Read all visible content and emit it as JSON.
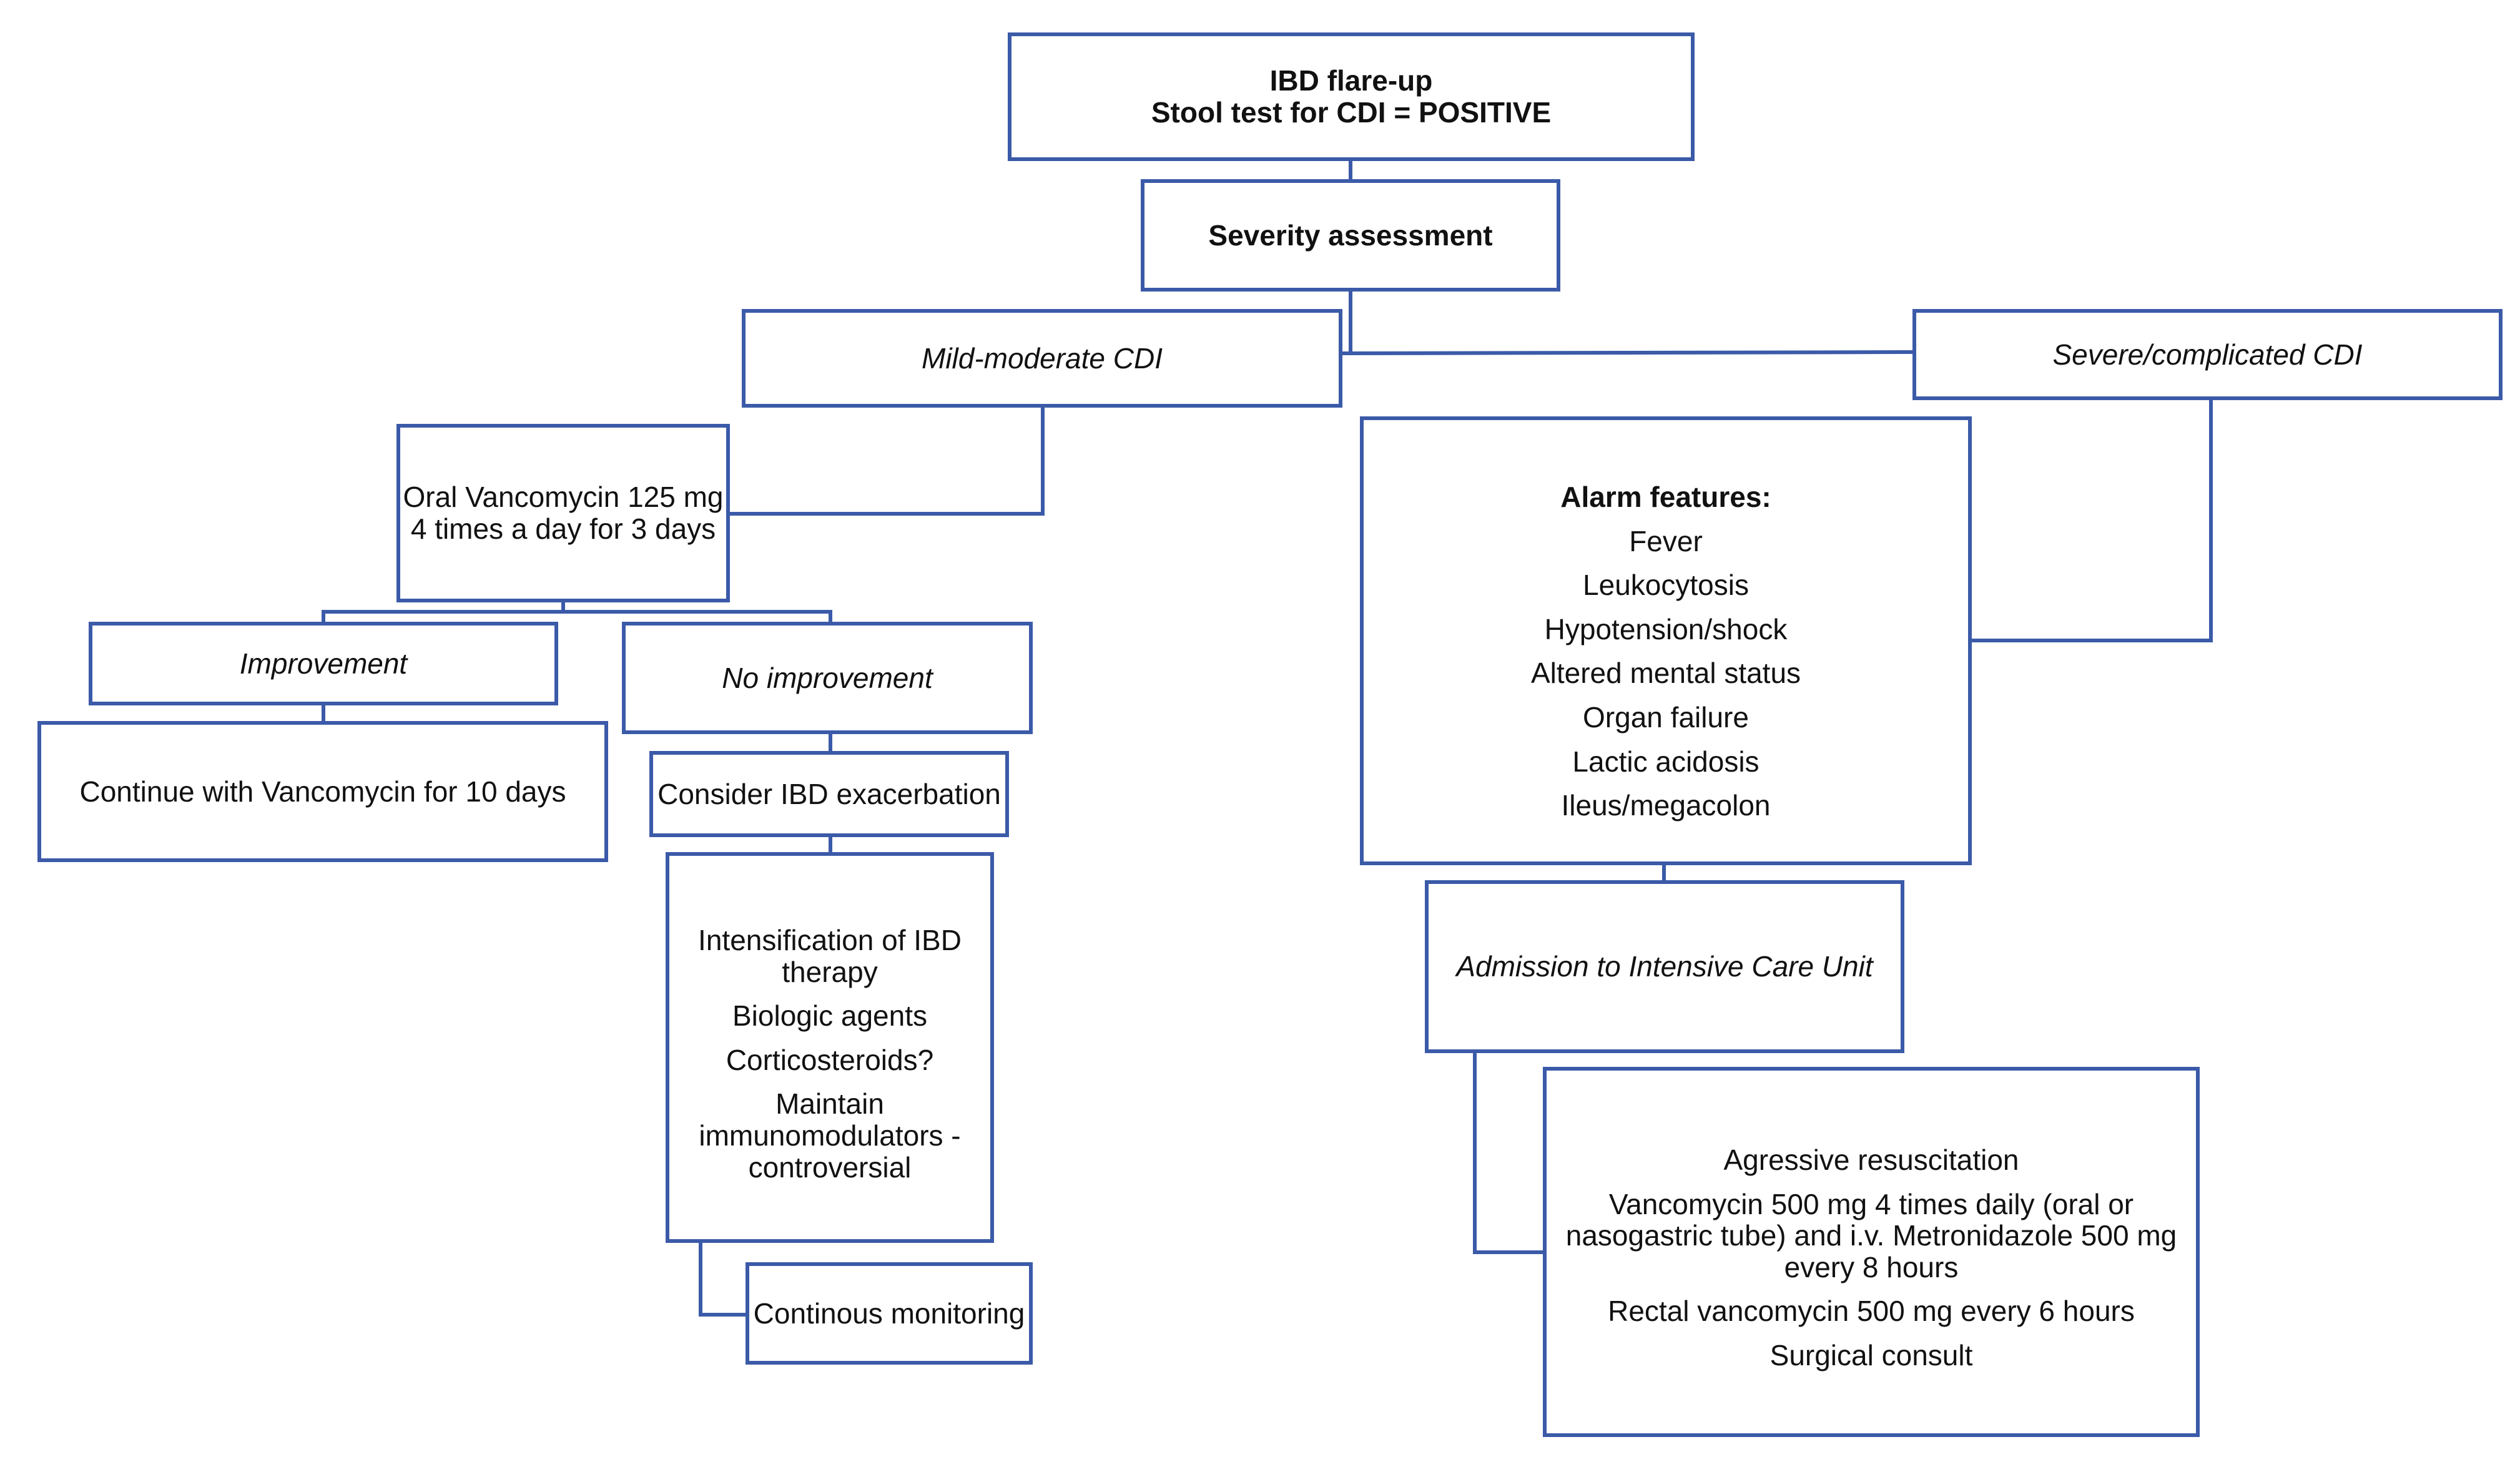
{
  "colors": {
    "border": "#3b5aa8",
    "text": "#111111",
    "background": "#ffffff"
  },
  "nodes": {
    "flare": {
      "line1": "IBD flare-up",
      "line2": "Stool test for CDI = POSITIVE"
    },
    "severity": "Severity assessment",
    "mild": "Mild-moderate CDI",
    "severe": "Severe/complicated CDI",
    "vanco": {
      "line1": "Oral Vancomycin 125 mg",
      "line2": "4 times a day for 3 days"
    },
    "improvement": "Improvement",
    "no_improvement": "No improvement",
    "continue": "Continue with Vancomycin for 10 days",
    "consider": "Consider IBD exacerbation",
    "intensification": {
      "item1_line1": "Intensification of IBD",
      "item1_line2": "therapy",
      "item2": "Biologic agents",
      "item3": "Corticosteroids?",
      "item4_line1": "Maintain",
      "item4_line2": "immunomodulators -",
      "item4_line3": "controversial"
    },
    "monitoring": "Continous monitoring",
    "alarm": {
      "title": "Alarm features:",
      "items": [
        "Fever",
        "Leukocytosis",
        "Hypotension/shock",
        "Altered mental status",
        "Organ failure",
        "Lactic acidosis",
        "Ileus/megacolon"
      ]
    },
    "icu": "Admission to Intensive Care Unit",
    "treatment": {
      "item1": "Agressive resuscitation",
      "item2_line1": "Vancomycin 500 mg 4 times daily (oral or",
      "item2_line2": "nasogastric tube) and i.v. Metronidazole 500 mg",
      "item2_line3": "every 8 hours",
      "item3": "Rectal vancomycin 500 mg every 6 hours",
      "item4": "Surgical consult"
    }
  }
}
